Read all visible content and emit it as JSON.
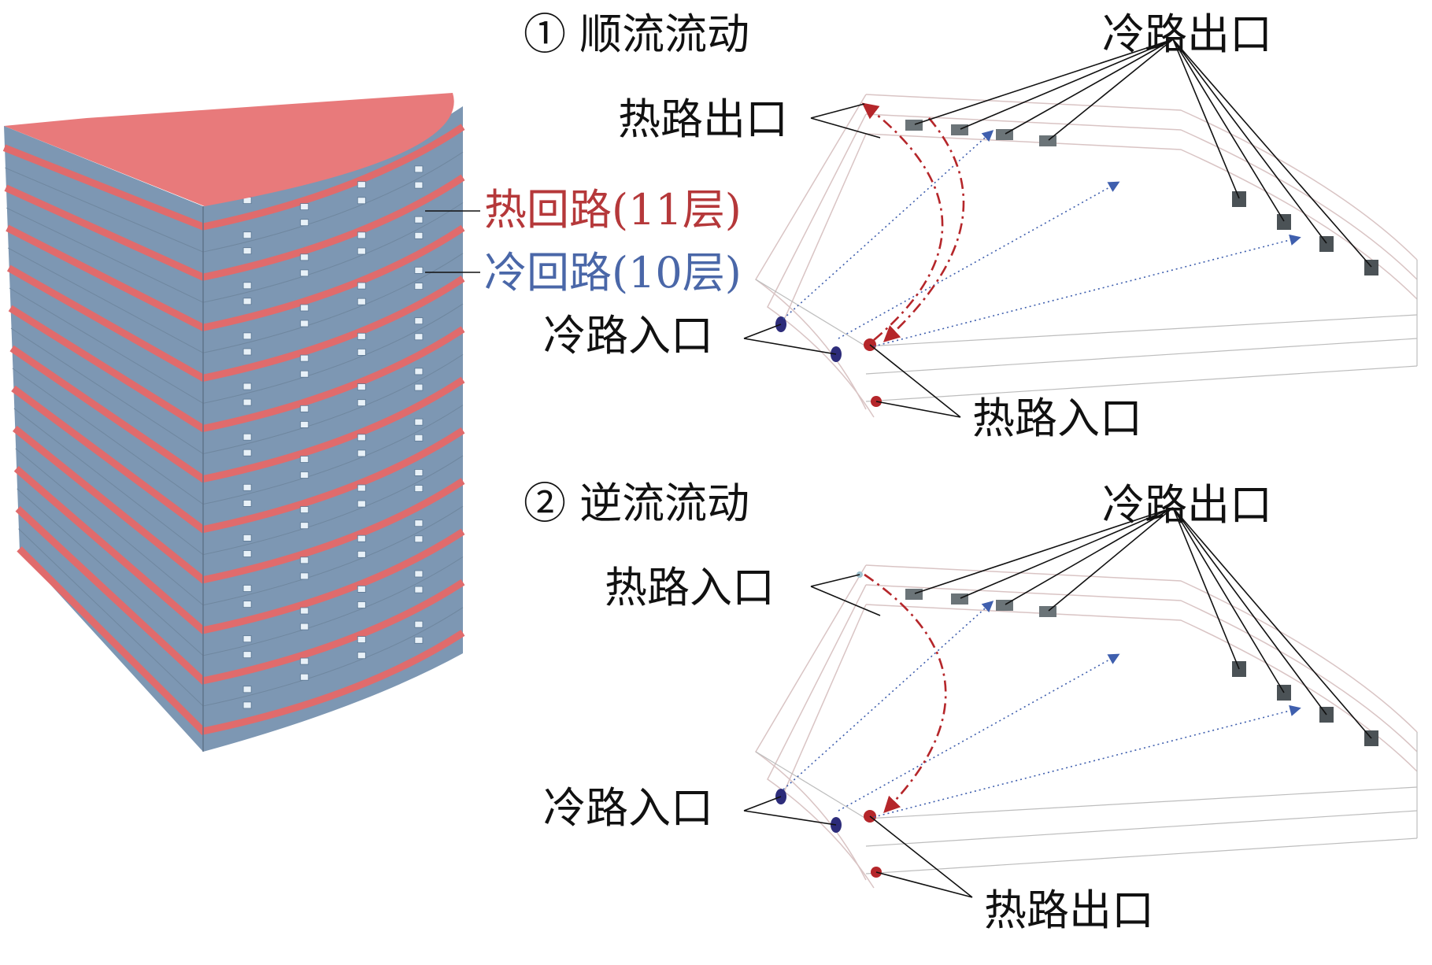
{
  "colors": {
    "hot": "#b5383a",
    "cold": "#4a67a8",
    "hot_layer": "#e06b6c",
    "cold_layer": "#7d97b3",
    "top_face": "#e87a7b"
  },
  "stack": {
    "hot_label": "热回路(11层)",
    "cold_label": "冷回路(10层)",
    "hot_layers": 11,
    "cold_layers": 10
  },
  "panel1": {
    "title": "① 顺流流动",
    "hot_outlet": "热路出口",
    "cold_outlet": "冷路出口",
    "cold_inlet": "冷路入口",
    "hot_inlet": "热路入口"
  },
  "panel2": {
    "title": "② 逆流流动",
    "hot_inlet": "热路入口",
    "cold_outlet": "冷路出口",
    "cold_inlet": "冷路入口",
    "hot_outlet": "热路出口"
  }
}
